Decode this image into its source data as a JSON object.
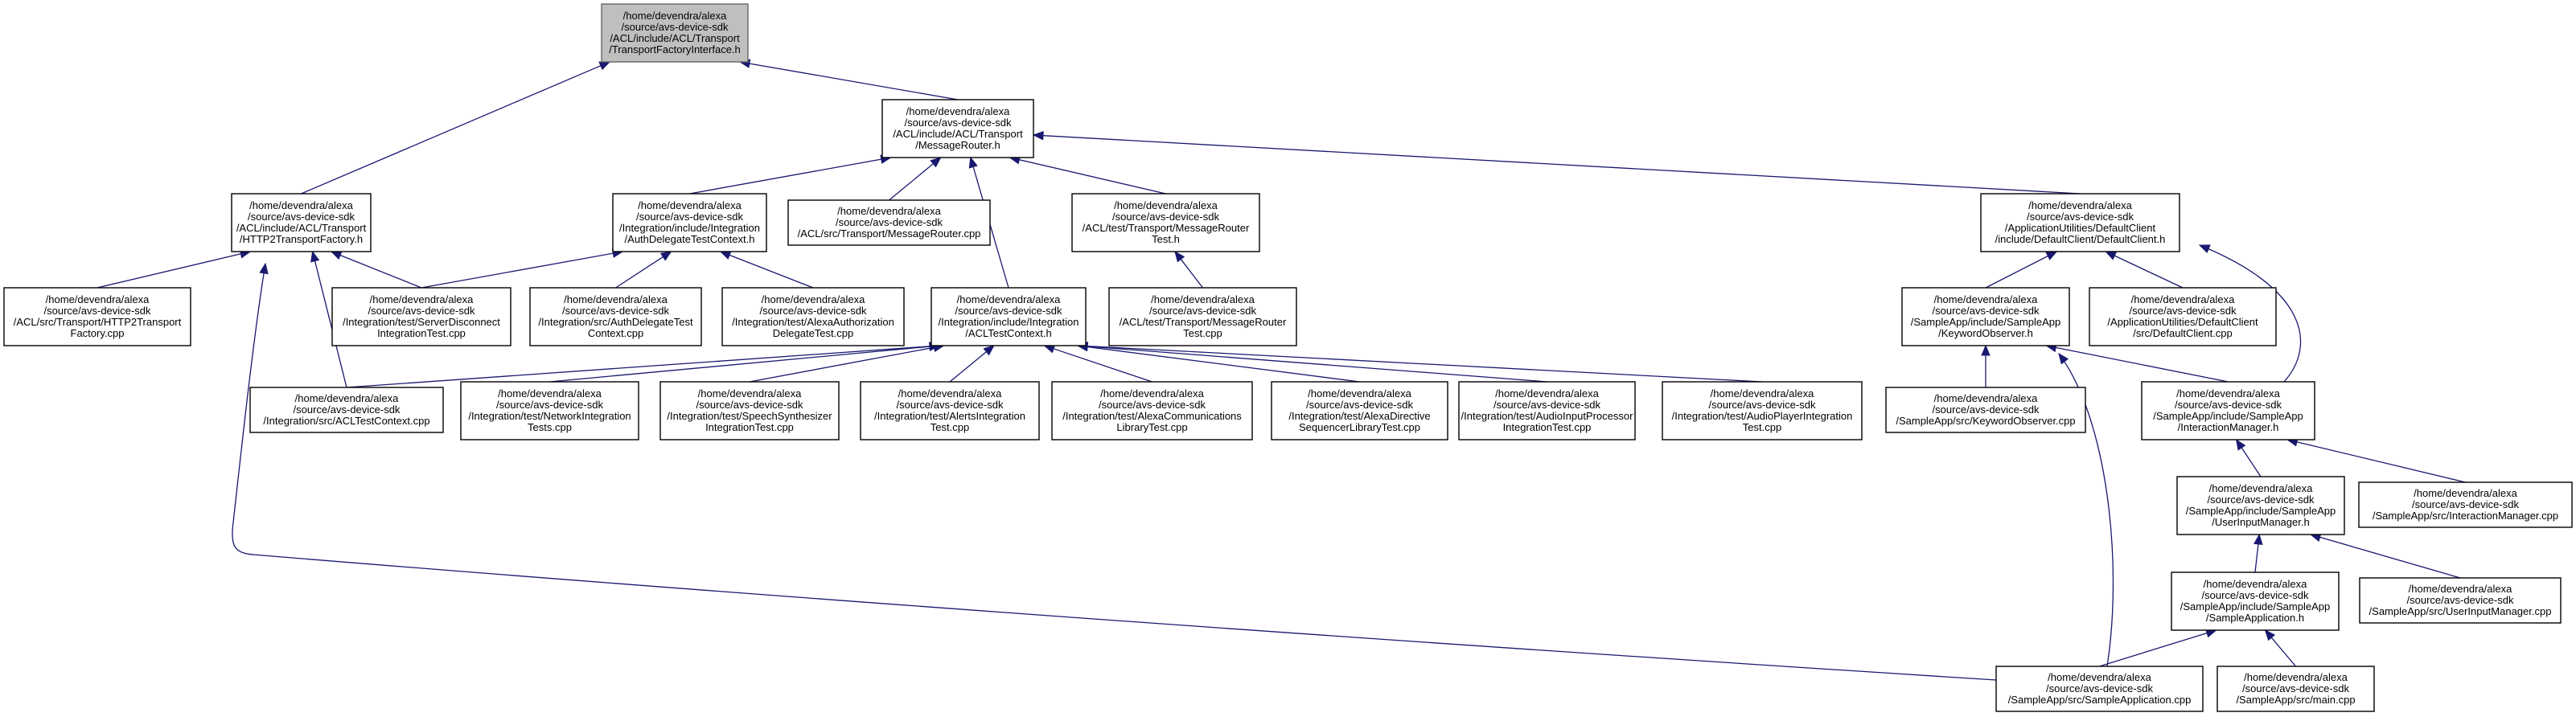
{
  "graph": {
    "title": "",
    "colors": {
      "edge": "#191970",
      "node_fill": "#ffffff",
      "root_fill": "#bfbfbf",
      "node_stroke": "#000000",
      "root_stroke": "#666666"
    },
    "nodes": [
      {
        "id": "root",
        "root": true,
        "lines": [
          "/home/devendra/alexa",
          "/source/avs-device-sdk",
          "/ACL/include/ACL/Transport",
          "/TransportFactoryInterface.h"
        ]
      },
      {
        "id": "mrouter_h",
        "lines": [
          "/home/devendra/alexa",
          "/source/avs-device-sdk",
          "/ACL/include/ACL/Transport",
          "/MessageRouter.h"
        ]
      },
      {
        "id": "http2tf_h",
        "lines": [
          "/home/devendra/alexa",
          "/source/avs-device-sdk",
          "/ACL/include/ACL/Transport",
          "/HTTP2TransportFactory.h"
        ]
      },
      {
        "id": "authctx_h",
        "lines": [
          "/home/devendra/alexa",
          "/source/avs-device-sdk",
          "/Integration/include/Integration",
          "/AuthDelegateTestContext.h"
        ]
      },
      {
        "id": "mrouter_cpp",
        "lines": [
          "/home/devendra/alexa",
          "/source/avs-device-sdk",
          "/ACL/src/Transport/MessageRouter.cpp"
        ]
      },
      {
        "id": "mrtest_h",
        "lines": [
          "/home/devendra/alexa",
          "/source/avs-device-sdk",
          "/ACL/test/Transport/MessageRouter",
          "Test.h"
        ]
      },
      {
        "id": "defclient_h",
        "lines": [
          "/home/devendra/alexa",
          "/source/avs-device-sdk",
          "/ApplicationUtilities/DefaultClient",
          "/include/DefaultClient/DefaultClient.h"
        ]
      },
      {
        "id": "http2tf_cpp",
        "lines": [
          "/home/devendra/alexa",
          "/source/avs-device-sdk",
          "/ACL/src/Transport/HTTP2Transport",
          "Factory.cpp"
        ]
      },
      {
        "id": "serverdisc",
        "lines": [
          "/home/devendra/alexa",
          "/source/avs-device-sdk",
          "/Integration/test/ServerDisconnect",
          "IntegrationTest.cpp"
        ]
      },
      {
        "id": "authdeltest",
        "lines": [
          "/home/devendra/alexa",
          "/source/avs-device-sdk",
          "/Integration/src/AuthDelegateTest",
          "Context.cpp"
        ]
      },
      {
        "id": "alexaauth",
        "lines": [
          "/home/devendra/alexa",
          "/source/avs-device-sdk",
          "/Integration/test/AlexaAuthorization",
          "DelegateTest.cpp"
        ]
      },
      {
        "id": "aclctx_h",
        "lines": [
          "/home/devendra/alexa",
          "/source/avs-device-sdk",
          "/Integration/include/Integration",
          "/ACLTestContext.h"
        ]
      },
      {
        "id": "mrtest_cpp",
        "lines": [
          "/home/devendra/alexa",
          "/source/avs-device-sdk",
          "/ACL/test/Transport/MessageRouter",
          "Test.cpp"
        ]
      },
      {
        "id": "kwobs_h",
        "lines": [
          "/home/devendra/alexa",
          "/source/avs-device-sdk",
          "/SampleApp/include/SampleApp",
          "/KeywordObserver.h"
        ]
      },
      {
        "id": "defclient_cpp",
        "lines": [
          "/home/devendra/alexa",
          "/source/avs-device-sdk",
          "/ApplicationUtilities/DefaultClient",
          "/src/DefaultClient.cpp"
        ]
      },
      {
        "id": "aclctx_cpp",
        "lines": [
          "/home/devendra/alexa",
          "/source/avs-device-sdk",
          "/Integration/src/ACLTestContext.cpp"
        ]
      },
      {
        "id": "netint",
        "lines": [
          "/home/devendra/alexa",
          "/source/avs-device-sdk",
          "/Integration/test/NetworkIntegration",
          "Tests.cpp"
        ]
      },
      {
        "id": "speech",
        "lines": [
          "/home/devendra/alexa",
          "/source/avs-device-sdk",
          "/Integration/test/SpeechSynthesizer",
          "IntegrationTest.cpp"
        ]
      },
      {
        "id": "alerts",
        "lines": [
          "/home/devendra/alexa",
          "/source/avs-device-sdk",
          "/Integration/test/AlertsIntegration",
          "Test.cpp"
        ]
      },
      {
        "id": "alexacomm",
        "lines": [
          "/home/devendra/alexa",
          "/source/avs-device-sdk",
          "/Integration/test/AlexaCommunications",
          "LibraryTest.cpp"
        ]
      },
      {
        "id": "alexadir",
        "lines": [
          "/home/devendra/alexa",
          "/source/avs-device-sdk",
          "/Integration/test/AlexaDirective",
          "SequencerLibraryTest.cpp"
        ]
      },
      {
        "id": "audioin",
        "lines": [
          "/home/devendra/alexa",
          "/source/avs-device-sdk",
          "/Integration/test/AudioInputProcessor",
          "IntegrationTest.cpp"
        ]
      },
      {
        "id": "audioplayer",
        "lines": [
          "/home/devendra/alexa",
          "/source/avs-device-sdk",
          "/Integration/test/AudioPlayerIntegration",
          "Test.cpp"
        ]
      },
      {
        "id": "kwobs_cpp",
        "lines": [
          "/home/devendra/alexa",
          "/source/avs-device-sdk",
          "/SampleApp/src/KeywordObserver.cpp"
        ]
      },
      {
        "id": "intmgr_h",
        "lines": [
          "/home/devendra/alexa",
          "/source/avs-device-sdk",
          "/SampleApp/include/SampleApp",
          "/InteractionManager.h"
        ]
      },
      {
        "id": "uimgr_h",
        "lines": [
          "/home/devendra/alexa",
          "/source/avs-device-sdk",
          "/SampleApp/include/SampleApp",
          "/UserInputManager.h"
        ]
      },
      {
        "id": "intmgr_cpp",
        "lines": [
          "/home/devendra/alexa",
          "/source/avs-device-sdk",
          "/SampleApp/src/InteractionManager.cpp"
        ]
      },
      {
        "id": "sampleapp_h",
        "lines": [
          "/home/devendra/alexa",
          "/source/avs-device-sdk",
          "/SampleApp/include/SampleApp",
          "/SampleApplication.h"
        ]
      },
      {
        "id": "uimgr_cpp",
        "lines": [
          "/home/devendra/alexa",
          "/source/avs-device-sdk",
          "/SampleApp/src/UserInputManager.cpp"
        ]
      },
      {
        "id": "sampleapp_cpp",
        "lines": [
          "/home/devendra/alexa",
          "/source/avs-device-sdk",
          "/SampleApp/src/SampleApplication.cpp"
        ]
      },
      {
        "id": "main_cpp",
        "lines": [
          "/home/devendra/alexa",
          "/source/avs-device-sdk",
          "/SampleApp/src/main.cpp"
        ]
      }
    ],
    "edges": [
      {
        "from": "http2tf_h",
        "to": "root"
      },
      {
        "from": "mrouter_h",
        "to": "root"
      },
      {
        "from": "authctx_h",
        "to": "mrouter_h"
      },
      {
        "from": "mrouter_cpp",
        "to": "mrouter_h"
      },
      {
        "from": "aclctx_h",
        "to": "mrouter_h"
      },
      {
        "from": "mrtest_h",
        "to": "mrouter_h"
      },
      {
        "from": "defclient_h",
        "to": "mrouter_h"
      },
      {
        "from": "http2tf_cpp",
        "to": "http2tf_h"
      },
      {
        "from": "serverdisc",
        "to": "http2tf_h"
      },
      {
        "from": "aclctx_cpp",
        "to": "http2tf_h"
      },
      {
        "from": "sampleapp_cpp",
        "to": "http2tf_h",
        "curved": true
      },
      {
        "from": "serverdisc",
        "to": "authctx_h"
      },
      {
        "from": "authdeltest",
        "to": "authctx_h"
      },
      {
        "from": "alexaauth",
        "to": "authctx_h"
      },
      {
        "from": "aclctx_cpp",
        "to": "aclctx_h"
      },
      {
        "from": "netint",
        "to": "aclctx_h"
      },
      {
        "from": "speech",
        "to": "aclctx_h"
      },
      {
        "from": "alerts",
        "to": "aclctx_h"
      },
      {
        "from": "alexacomm",
        "to": "aclctx_h"
      },
      {
        "from": "alexadir",
        "to": "aclctx_h"
      },
      {
        "from": "audioin",
        "to": "aclctx_h"
      },
      {
        "from": "audioplayer",
        "to": "aclctx_h"
      },
      {
        "from": "mrtest_cpp",
        "to": "mrtest_h"
      },
      {
        "from": "kwobs_h",
        "to": "defclient_h"
      },
      {
        "from": "defclient_cpp",
        "to": "defclient_h"
      },
      {
        "from": "intmgr_h",
        "to": "defclient_h",
        "curved": true
      },
      {
        "from": "kwobs_cpp",
        "to": "kwobs_h"
      },
      {
        "from": "intmgr_h",
        "to": "kwobs_h"
      },
      {
        "from": "sampleapp_cpp",
        "to": "kwobs_h",
        "curved": true
      },
      {
        "from": "uimgr_h",
        "to": "intmgr_h"
      },
      {
        "from": "intmgr_cpp",
        "to": "intmgr_h"
      },
      {
        "from": "sampleapp_h",
        "to": "uimgr_h"
      },
      {
        "from": "uimgr_cpp",
        "to": "uimgr_h"
      },
      {
        "from": "sampleapp_cpp",
        "to": "sampleapp_h"
      },
      {
        "from": "main_cpp",
        "to": "sampleapp_h"
      }
    ]
  }
}
